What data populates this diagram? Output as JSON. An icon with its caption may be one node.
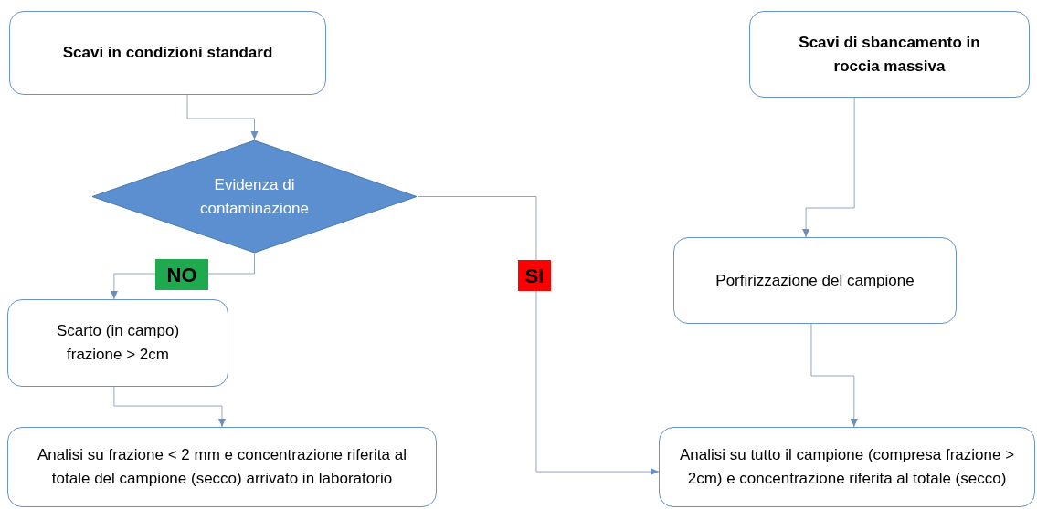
{
  "diagram": {
    "nodes": [
      {
        "text": [
          "Scavi in condizioni standard"
        ]
      },
      {
        "text": [
          "Evidenza di contaminazione"
        ]
      },
      {
        "text": [
          "Scarto (in campo) frazione > 2cm"
        ]
      },
      {
        "text": [
          "Analisi su frazione < 2 mm e concentrazione riferita al totale del campione (secco) arrivato in laboratorio"
        ]
      },
      {
        "text": [
          "Scavi di sbancamento in roccia massiva"
        ]
      },
      {
        "text": [
          "Porfirizzazione del campione"
        ]
      },
      {
        "text": [
          "Analisi su tutto il campione (compresa frazione > 2cm) e concentrazione riferita al totale (secco)"
        ]
      }
    ],
    "edges": [
      {
        "from": 0,
        "to": 1,
        "arrow": "to"
      },
      {
        "from": 1,
        "to": 2,
        "arrow": "to",
        "label": "NO"
      },
      {
        "from": 1,
        "to": 6,
        "arrow": "to",
        "label": "SI"
      },
      {
        "from": 2,
        "to": 3,
        "arrow": "to"
      },
      {
        "from": 4,
        "to": 5,
        "arrow": "to"
      },
      {
        "from": 5,
        "to": 6,
        "arrow": "to"
      }
    ]
  }
}
